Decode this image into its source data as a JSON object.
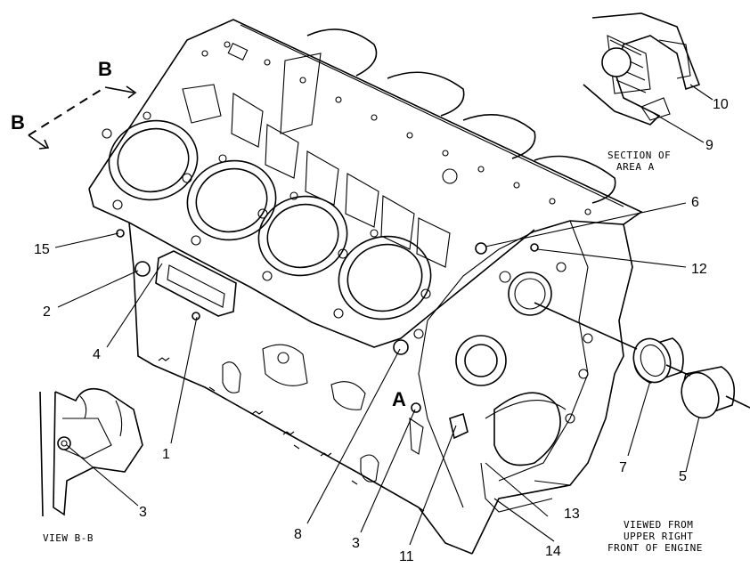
{
  "callouts": {
    "c1": "1",
    "c2": "2",
    "c3a": "3",
    "c3b": "3",
    "c4": "4",
    "c5": "5",
    "c6": "6",
    "c7": "7",
    "c8": "8",
    "c9": "9",
    "c10": "10",
    "c11": "11",
    "c12": "12",
    "c13": "13",
    "c14": "14",
    "c15": "15"
  },
  "markers": {
    "view_b_left": "B",
    "view_b_right": "B",
    "area_a": "A"
  },
  "captions": {
    "section_line1": "SECTION OF",
    "section_line2": "AREA A",
    "view_bb": "VIEW B-B",
    "viewed_line1": "VIEWED FROM",
    "viewed_line2": "UPPER RIGHT",
    "viewed_line3": "FRONT OF ENGINE"
  }
}
